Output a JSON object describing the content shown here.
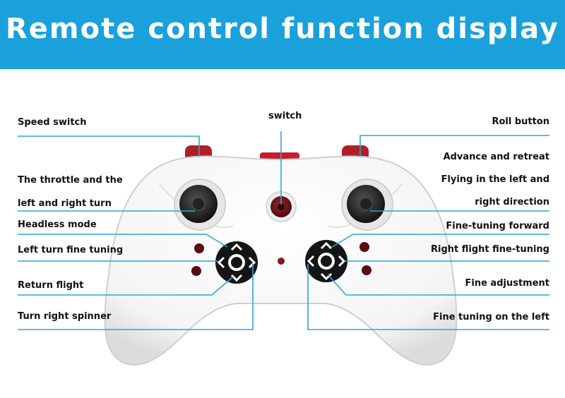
{
  "banner": {
    "title": "Remote control function display",
    "color": "#1aa1dc"
  },
  "leader_color": "#29a6dd",
  "labels_left": [
    "Speed switch",
    "The throttle and the",
    "left and right turn",
    "Headless mode",
    "Left turn fine tuning",
    "Return flight",
    "Turn right spinner"
  ],
  "label_center": "switch",
  "labels_right": [
    "Roll button",
    "Advance and retreat",
    "Flying in the left and",
    "right direction",
    "Fine-tuning forward",
    "Right flight fine-tuning",
    "Fine adjustment",
    "Fine tuning on the left"
  ]
}
